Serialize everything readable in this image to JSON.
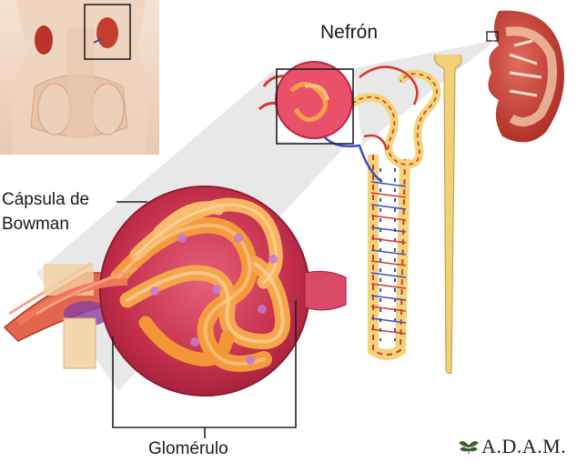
{
  "labels": {
    "nefron": "Nefrón",
    "capsula_line1": "Cápsula de",
    "capsula_line2": "Bowman",
    "glomerulo": "Glomérulo"
  },
  "logo": {
    "text": "A.D.A.M."
  },
  "colors": {
    "background": "#ffffff",
    "skin": "#f1d6c2",
    "kidney": "#c9443a",
    "capsule": "#c8324f",
    "glomerulus_loops": "#f5a24a",
    "artery": "#d23a2e",
    "vein": "#3b4fc4",
    "tubule": "#f2d479"
  }
}
